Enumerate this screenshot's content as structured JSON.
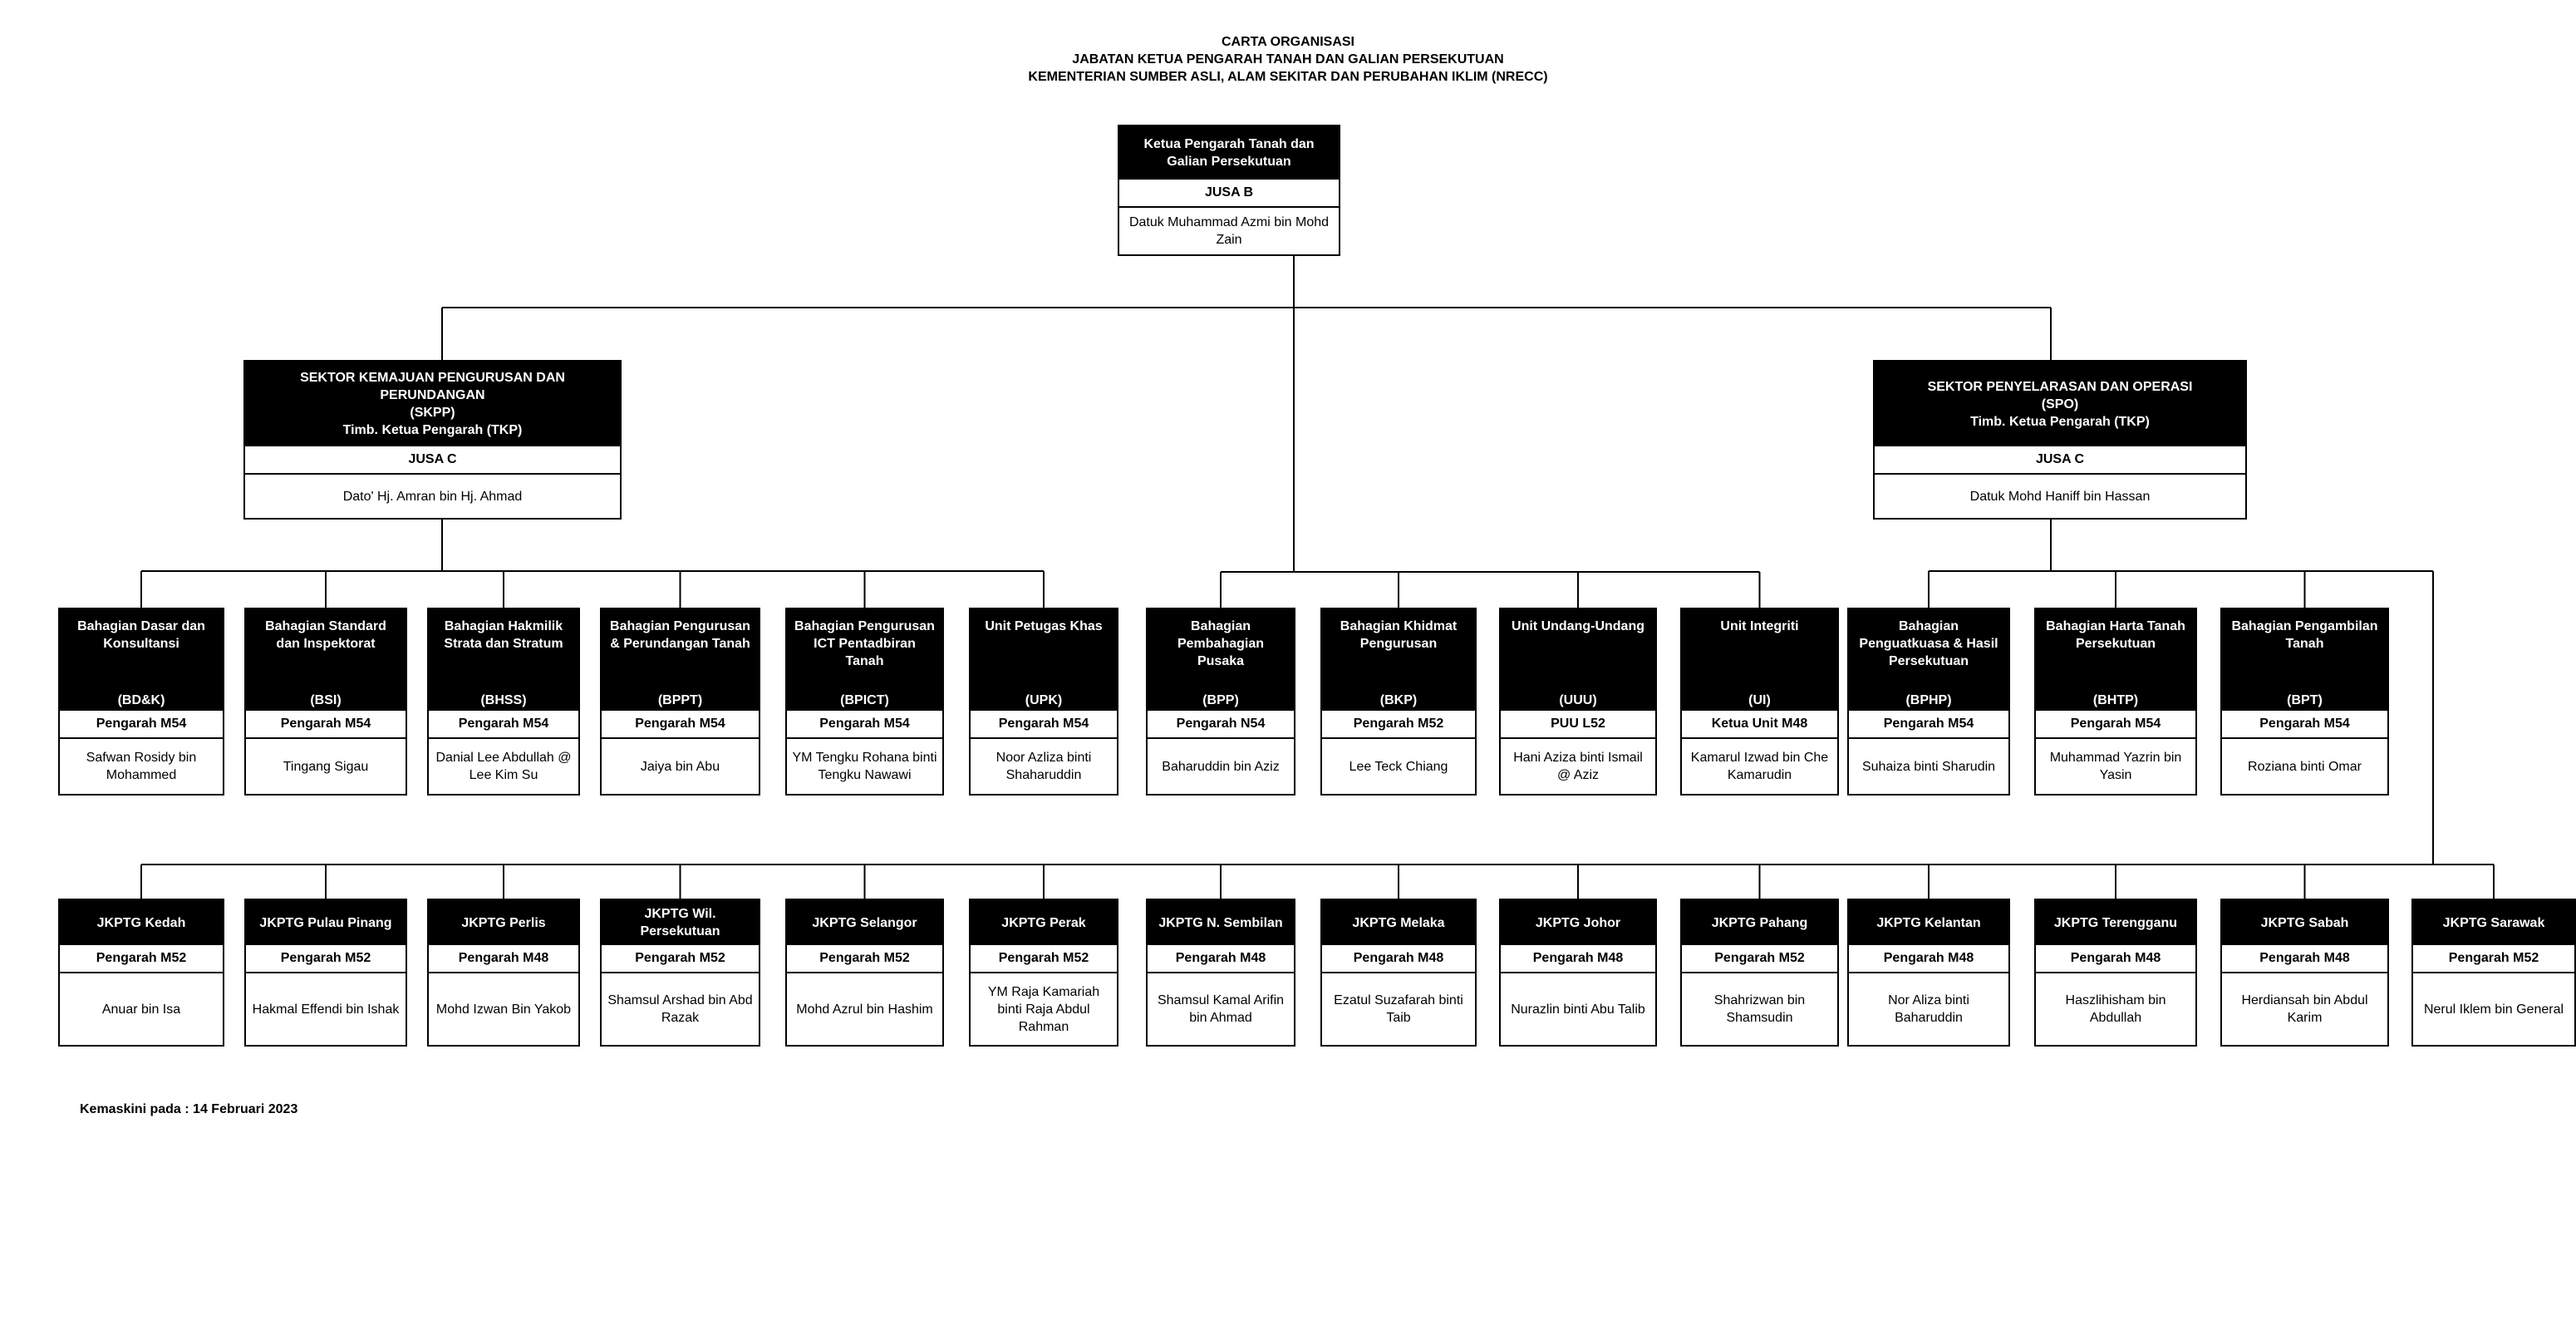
{
  "header": {
    "line1": "CARTA ORGANISASI",
    "line2": "JABATAN KETUA PENGARAH TANAH DAN GALIAN PERSEKUTUAN",
    "line3": "KEMENTERIAN SUMBER ASLI, ALAM SEKITAR DAN PERUBAHAN IKLIM (NRECC)"
  },
  "top": {
    "title": "Ketua Pengarah Tanah dan Galian Persekutuan",
    "grade": "JUSA B",
    "name": "Datuk Muhammad Azmi bin Mohd Zain"
  },
  "sectors": [
    {
      "title": "SEKTOR KEMAJUAN PENGURUSAN DAN PERUNDANGAN",
      "code": "(SKPP)",
      "role": "Timb. Ketua Pengarah (TKP)",
      "grade": "JUSA C",
      "name": "Dato' Hj. Amran bin Hj. Ahmad"
    },
    {
      "title": "SEKTOR PENYELARASAN DAN OPERASI",
      "code": "(SPO)",
      "role": "Timb. Ketua Pengarah (TKP)",
      "grade": "JUSA C",
      "name": "Datuk Mohd Haniff bin Hassan"
    }
  ],
  "divisions": [
    {
      "title": "Bahagian Dasar dan Konsultansi",
      "code": "(BD&K)",
      "grade": "Pengarah M54",
      "name": "Safwan Rosidy bin Mohammed"
    },
    {
      "title": "Bahagian Standard dan Inspektorat",
      "code": "(BSI)",
      "grade": "Pengarah M54",
      "name": "Tingang Sigau"
    },
    {
      "title": "Bahagian Hakmilik Strata dan Stratum",
      "code": "(BHSS)",
      "grade": "Pengarah M54",
      "name": "Danial Lee Abdullah @ Lee Kim Su"
    },
    {
      "title": "Bahagian Pengurusan & Perundangan Tanah",
      "code": "(BPPT)",
      "grade": "Pengarah M54",
      "name": "Jaiya bin Abu"
    },
    {
      "title": "Bahagian Pengurusan ICT Pentadbiran Tanah",
      "code": "(BPICT)",
      "grade": "Pengarah M54",
      "name": "YM Tengku Rohana binti Tengku Nawawi"
    },
    {
      "title": "Unit Petugas Khas",
      "code": "(UPK)",
      "grade": "Pengarah M54",
      "name": "Noor Azliza binti Shaharuddin"
    },
    {
      "title": "Bahagian Pembahagian Pusaka",
      "code": "(BPP)",
      "grade": "Pengarah N54",
      "name": "Baharuddin bin Aziz"
    },
    {
      "title": "Bahagian Khidmat Pengurusan",
      "code": "(BKP)",
      "grade": "Pengarah M52",
      "name": "Lee Teck Chiang"
    },
    {
      "title": "Unit Undang-Undang",
      "code": "(UUU)",
      "grade": "PUU L52",
      "name": "Hani Aziza binti Ismail @ Aziz"
    },
    {
      "title": "Unit Integriti",
      "code": "(UI)",
      "grade": "Ketua Unit M48",
      "name": "Kamarul Izwad bin Che Kamarudin"
    },
    {
      "title": "Bahagian Penguatkuasa & Hasil Persekutuan",
      "code": "(BPHP)",
      "grade": "Pengarah M54",
      "name": "Suhaiza binti  Sharudin"
    },
    {
      "title": "Bahagian Harta Tanah Persekutuan",
      "code": "(BHTP)",
      "grade": "Pengarah M54",
      "name": "Muhammad Yazrin bin Yasin"
    },
    {
      "title": "Bahagian Pengambilan Tanah",
      "code": "(BPT)",
      "grade": "Pengarah M54",
      "name": "Roziana binti Omar"
    }
  ],
  "states": [
    {
      "title": "JKPTG Kedah",
      "grade": "Pengarah M52",
      "name": "Anuar bin Isa"
    },
    {
      "title": "JKPTG Pulau Pinang",
      "grade": "Pengarah M52",
      "name": "Hakmal Effendi bin Ishak"
    },
    {
      "title": "JKPTG Perlis",
      "grade": "Pengarah M48",
      "name": "Mohd Izwan Bin Yakob"
    },
    {
      "title": "JKPTG Wil. Persekutuan",
      "grade": "Pengarah M52",
      "name": "Shamsul Arshad bin Abd Razak"
    },
    {
      "title": "JKPTG Selangor",
      "grade": "Pengarah M52",
      "name": "Mohd Azrul bin Hashim"
    },
    {
      "title": "JKPTG Perak",
      "grade": "Pengarah M52",
      "name": "YM Raja Kamariah binti Raja Abdul Rahman"
    },
    {
      "title": "JKPTG N. Sembilan",
      "grade": "Pengarah M48",
      "name": "Shamsul Kamal Arifin bin Ahmad"
    },
    {
      "title": "JKPTG Melaka",
      "grade": "Pengarah M48",
      "name": "Ezatul Suzafarah binti Taib"
    },
    {
      "title": "JKPTG Johor",
      "grade": "Pengarah M48",
      "name": "Nurazlin binti Abu Talib"
    },
    {
      "title": "JKPTG Pahang",
      "grade": "Pengarah M52",
      "name": "Shahrizwan bin Shamsudin"
    },
    {
      "title": "JKPTG Kelantan",
      "grade": "Pengarah M48",
      "name": "Nor Aliza binti Baharuddin"
    },
    {
      "title": "JKPTG Terengganu",
      "grade": "Pengarah M48",
      "name": "Haszlihisham bin Abdullah"
    },
    {
      "title": "JKPTG Sabah",
      "grade": "Pengarah M48",
      "name": "Herdiansah bin Abdul Karim"
    },
    {
      "title": "JKPTG Sarawak",
      "grade": "Pengarah M52",
      "name": "Nerul Iklem bin General"
    }
  ],
  "footer": {
    "updated": "Kemaskini pada : 14 Februari 2023"
  }
}
